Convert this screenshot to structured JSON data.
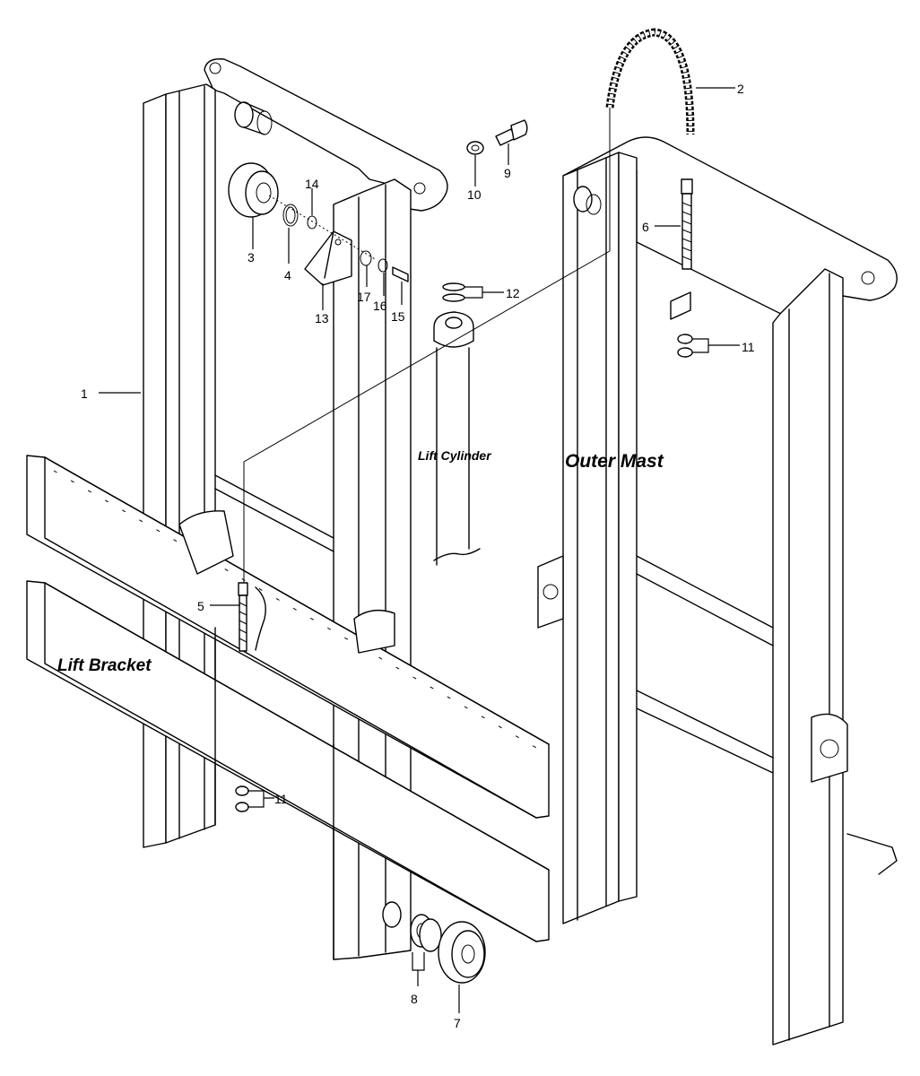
{
  "section_labels": {
    "lift_bracket": "Lift Bracket",
    "lift_cylinder": "Lift Cylinder",
    "outer_mast": "Outer Mast"
  },
  "callouts": {
    "c1": "1",
    "c2": "2",
    "c3": "3",
    "c4": "4",
    "c5": "5",
    "c6": "6",
    "c7": "7",
    "c8": "8",
    "c9": "9",
    "c10": "10",
    "c11a": "11",
    "c11b": "11",
    "c12": "12",
    "c13": "13",
    "c14": "14",
    "c15": "15",
    "c16": "16",
    "c17": "17"
  }
}
